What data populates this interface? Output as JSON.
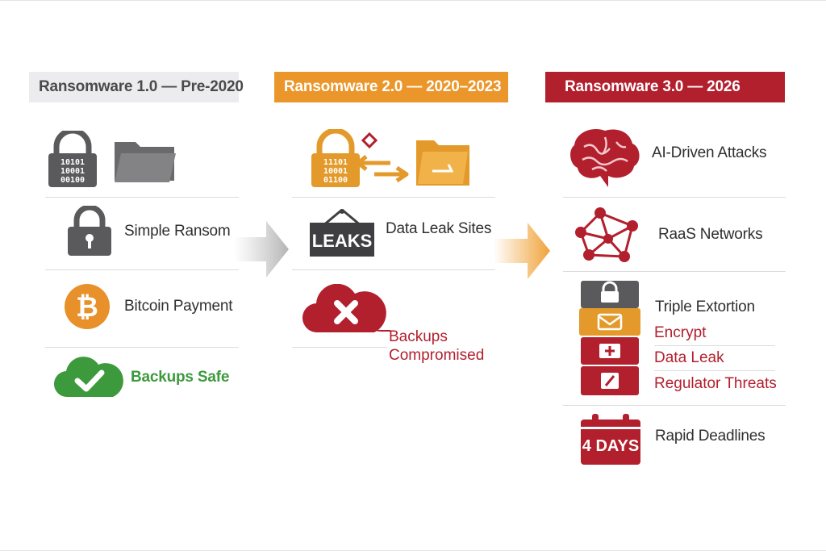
{
  "columns": [
    {
      "header": "Ransomware 1.0 — Pre-2020",
      "items": [
        {
          "icon": "lock-binary-icon"
        },
        {
          "icon": "padlock-icon",
          "label": "Simple Ransom"
        },
        {
          "icon": "bitcoin-icon",
          "label": "Bitcoin Payment"
        },
        {
          "icon": "cloud-check-icon",
          "label": "Backups Safe"
        }
      ]
    },
    {
      "header": "Ransomware 2.0 — 2020–2023",
      "items": [
        {
          "icon": "lock-binary-exfil-icon"
        },
        {
          "icon": "leaks-sign-icon",
          "icon_text": "LEAKS",
          "label": "Data Leak Sites"
        },
        {
          "icon": "cloud-x-icon",
          "label_line1": "Backups",
          "label_line2": "Compromised"
        }
      ]
    },
    {
      "header": "Ransomware 3.0 — 2026",
      "items": [
        {
          "icon": "brain-icon",
          "label": "AI-Driven Attacks"
        },
        {
          "icon": "network-icon",
          "label": "RaaS Networks"
        },
        {
          "icon": "stacked-extortion-icon",
          "label": "Triple Extortion",
          "sub_items": [
            "Encrypt",
            "Data Leak",
            "Regulator Threats"
          ]
        },
        {
          "icon": "calendar-icon",
          "icon_text": "4 DAYS",
          "label": "Rapid Deadlines"
        }
      ]
    }
  ],
  "colors": {
    "gray": "#5a5a5c",
    "orange": "#eb962a",
    "red": "#b21f2d",
    "green": "#3c9a3c",
    "bitcoin": "#e8902a"
  }
}
